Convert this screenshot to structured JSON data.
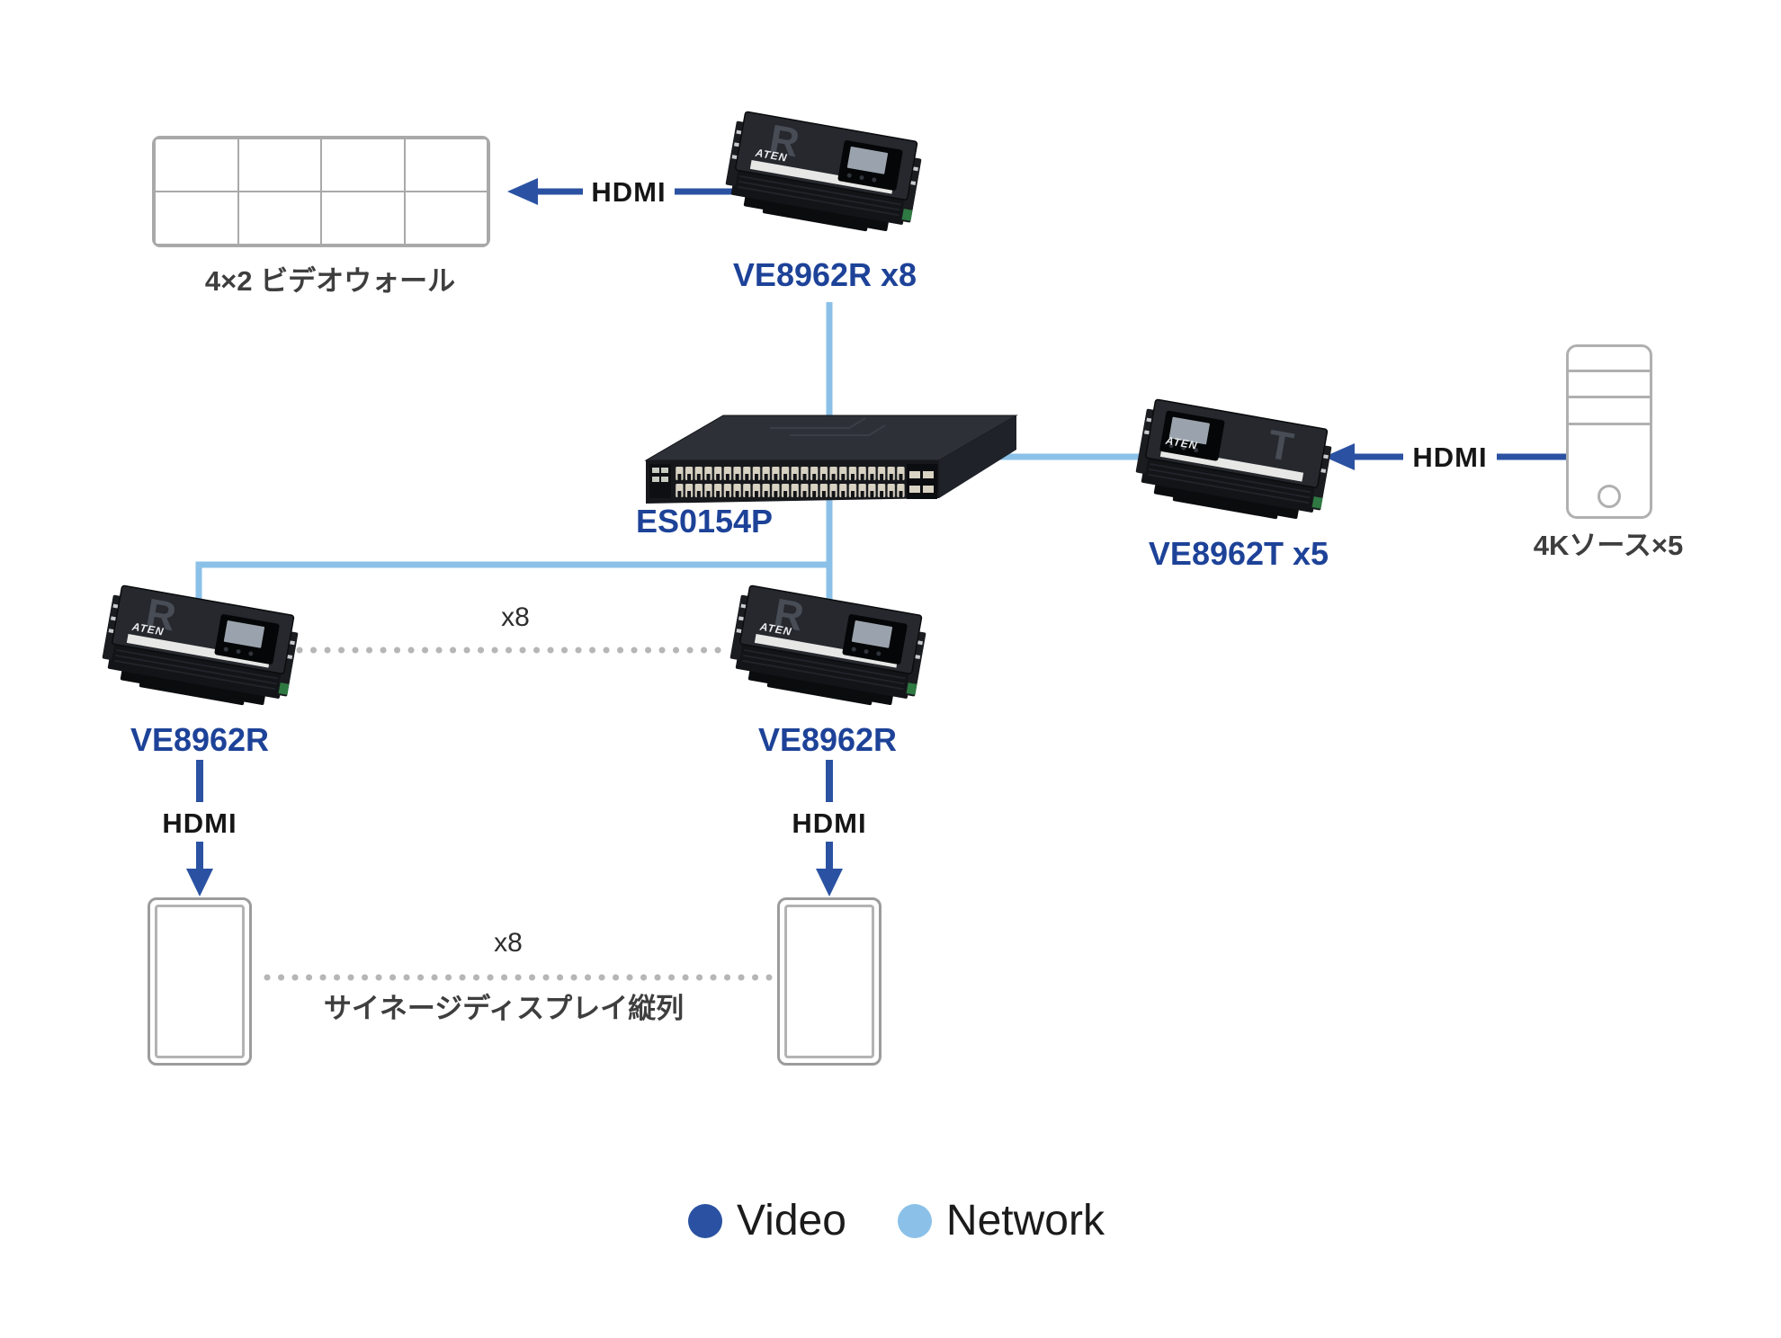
{
  "diagram": {
    "video_wall": {
      "label": "4×2 ビデオウォール"
    },
    "receiver_group_top": {
      "model": "VE8962R x8",
      "letter": "R",
      "brand": "ATEN"
    },
    "network_switch": {
      "model": "ES0154P"
    },
    "transmitter_group": {
      "model": "VE8962T x5",
      "letter": "T",
      "brand": "ATEN"
    },
    "source": {
      "label": "4Kソース×5"
    },
    "receiver_left": {
      "model": "VE8962R",
      "letter": "R",
      "brand": "ATEN"
    },
    "receiver_center": {
      "model": "VE8962R",
      "letter": "R",
      "brand": "ATEN"
    },
    "signage": {
      "label": "サイネージディスプレイ縦列"
    },
    "links": {
      "hdmi": "HDMI",
      "multiplier": "x8"
    },
    "legend": {
      "video": "Video",
      "network": "Network"
    },
    "colors": {
      "video": "#2b52a2",
      "network": "#8bc1e9",
      "dotted": "#b6b6b6"
    }
  }
}
